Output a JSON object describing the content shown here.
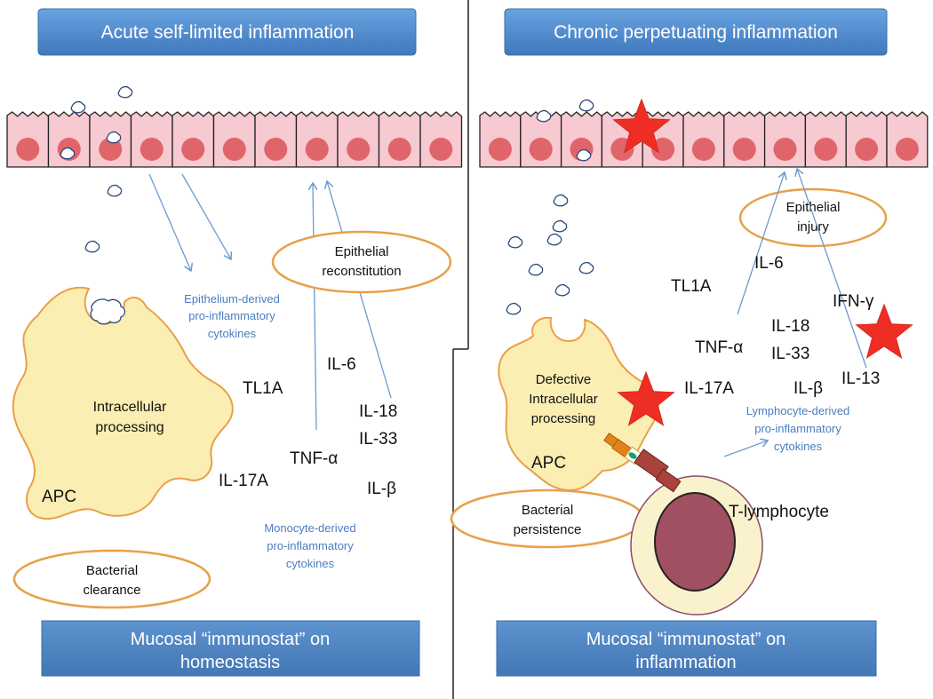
{
  "left_panel": {
    "title": "Acute self-limited inflammation",
    "epithelium_arrow_label": [
      "Epithelium-derived",
      "pro-inflammatory",
      "cytokines"
    ],
    "epithelial_reconstitution": [
      "Epithelial",
      "reconstitution"
    ],
    "apc_label": "APC",
    "apc_inner": [
      "Intracellular",
      "processing"
    ],
    "cytokines": {
      "tl1a": "TL1A",
      "il6": "IL-6",
      "il18": "IL-18",
      "il33": "IL-33",
      "tnfa": "TNF-α",
      "il17a": "IL-17A",
      "ilb": "IL-β"
    },
    "monocyte_label": [
      "Monocyte-derived",
      "pro-inflammatory",
      "cytokines"
    ],
    "bacterial_clearance": [
      "Bacterial",
      "clearance"
    ],
    "footer": [
      "Mucosal “immunostat” on",
      "homeostasis"
    ]
  },
  "right_panel": {
    "title": "Chronic perpetuating inflammation",
    "epithelial_injury": [
      "Epithelial",
      "injury"
    ],
    "cytokines": {
      "il6": "IL-6",
      "tl1a": "TL1A",
      "ifng": "IFN-γ",
      "il18": "IL-18",
      "il33": "IL-33",
      "tnfa": "TNF-α",
      "il17a": "IL-17A",
      "ilb": "IL-β",
      "il13": "IL-13"
    },
    "apc_inner": [
      "Defective",
      "Intracellular",
      "processing"
    ],
    "apc_label": "APC",
    "lymphocyte_label": [
      "Lymphocyte-derived",
      "pro-inflammatory",
      "cytokines"
    ],
    "bacterial_persistence": [
      "Bacterial",
      "persistence"
    ],
    "t_lymphocyte": "T-lymphocyte",
    "footer": [
      "Mucosal “immunostat” on",
      "inflammation"
    ]
  },
  "colors": {
    "title_fill": "#4a86cc",
    "footer_fill": "#4f84c0",
    "cell_fill": "#f7c9d0",
    "nucleus_fill": "#e0656b",
    "apc_fill": "#fbeeb2",
    "oval_stroke": "#e8a04a",
    "arrow": "#6b9bd1",
    "star": "#ee2e24",
    "lymph_nucleus": "#a05060",
    "lymph_cell": "#faf2cc"
  }
}
